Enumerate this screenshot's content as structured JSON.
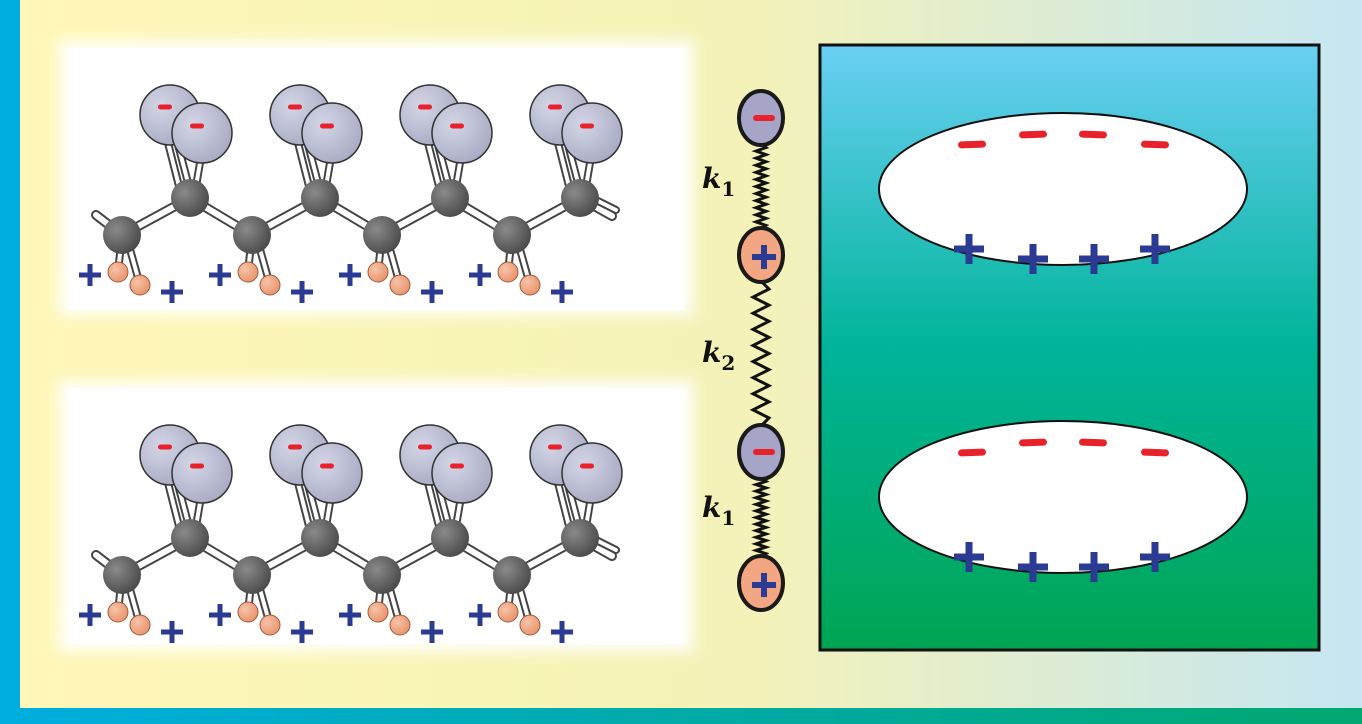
{
  "figure": {
    "colors": {
      "background_left": "#fff7b8",
      "background_right": "#c5e6f2",
      "border_blue": "#00aee0",
      "border_green": "#00a870",
      "panel_top": "#6acff4",
      "panel_mid": "#00b49a",
      "panel_bottom": "#00a553",
      "negative": "#e8212a",
      "positive": "#2b3a92",
      "oxygen": "#b4b6cc",
      "carbon": "#5e5e5e",
      "hydrogen": "#f0a07c",
      "bead_negative_fill": "#a6a5c8",
      "bead_positive_fill": "#f2a682"
    },
    "chains": [
      {
        "name": "upper-polymer-chain",
        "repeat_units": 4
      },
      {
        "name": "lower-polymer-chain",
        "repeat_units": 4
      }
    ],
    "spring_model": {
      "beads": [
        {
          "name": "bead-1",
          "charge": "−"
        },
        {
          "name": "bead-2",
          "charge": "+"
        },
        {
          "name": "bead-3",
          "charge": "−"
        },
        {
          "name": "bead-4",
          "charge": "+"
        }
      ],
      "springs": [
        {
          "name": "spring-upper",
          "label_main": "k",
          "label_sub": "1"
        },
        {
          "name": "spring-middle",
          "label_main": "k",
          "label_sub": "2"
        },
        {
          "name": "spring-lower",
          "label_main": "k",
          "label_sub": "1"
        }
      ]
    },
    "dipoles": [
      {
        "name": "dipole-upper",
        "negative_count": 4,
        "positive_count": 4
      },
      {
        "name": "dipole-lower",
        "negative_count": 4,
        "positive_count": 4
      }
    ],
    "symbols": {
      "minus": "−",
      "plus": "+"
    }
  }
}
